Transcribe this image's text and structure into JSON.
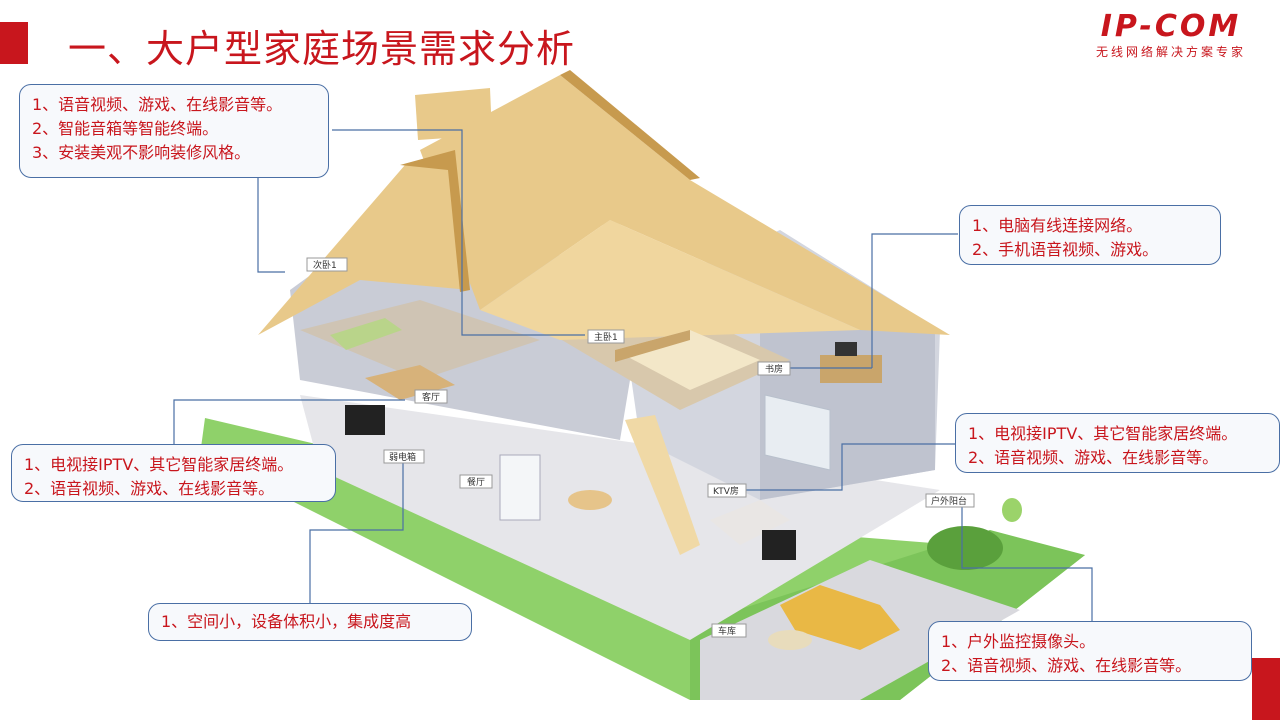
{
  "header": {
    "title": "一、大户型家庭场景需求分析",
    "logo": "IP-COM",
    "logo_tagline": "无线网络解决方案专家"
  },
  "colors": {
    "accent": "#c8161d",
    "callout_border": "#4a6fa5",
    "roof": "#e8c98a",
    "lawn": "#8fd16a"
  },
  "rooms": {
    "bedroom2": "次卧1",
    "master": "主卧1",
    "study": "书房",
    "living": "客厅",
    "closet": "弱电箱",
    "dining": "餐厅",
    "ktv": "KTV房",
    "balcony": "户外阳台",
    "garage": "车库"
  },
  "callouts": {
    "bedroom": [
      "1、语音视频、游戏、在线影音等。",
      "2、智能音箱等智能终端。",
      "3、安装美观不影响装修风格。"
    ],
    "study": [
      "1、电脑有线连接网络。",
      "2、手机语音视频、游戏。"
    ],
    "living": [
      "1、电视接IPTV、其它智能家居终端。",
      "2、语音视频、游戏、在线影音等。"
    ],
    "ktv": [
      "1、电视接IPTV、其它智能家居终端。",
      "2、语音视频、游戏、在线影音等。"
    ],
    "closet": [
      "1、空间小，设备体积小，集成度高"
    ],
    "outdoor": [
      "1、户外监控摄像头。",
      "2、语音视频、游戏、在线影音等。"
    ]
  }
}
